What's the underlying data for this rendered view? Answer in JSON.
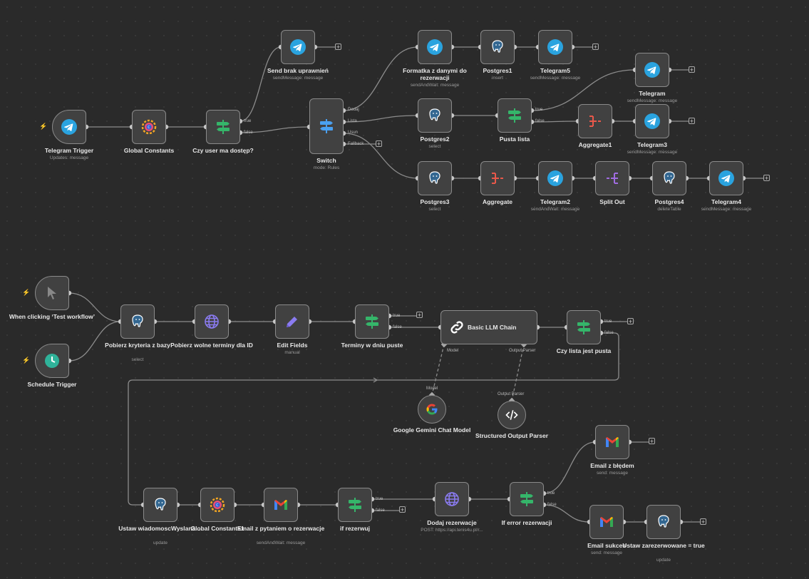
{
  "nodes": [
    {
      "id": "tg_trigger",
      "icon": "telegram-icon",
      "name": "Telegram Trigger",
      "sub": "Updates: message"
    },
    {
      "id": "global_constants",
      "icon": "constants-icon",
      "name": "Global Constants",
      "sub": ""
    },
    {
      "id": "czy_user",
      "icon": "if-icon",
      "name": "Czy user ma dostęp?",
      "sub": ""
    },
    {
      "id": "send_brak",
      "icon": "telegram-icon",
      "name": "Send brak uprawnień",
      "sub": "sendMessage: message"
    },
    {
      "id": "switch",
      "icon": "switch-icon",
      "name": "Switch",
      "sub": "mode: Rules"
    },
    {
      "id": "formatka",
      "icon": "telegram-icon",
      "name": "Formatka z danymi do rezerwacji",
      "sub": "sendAndWait: message"
    },
    {
      "id": "postgres1",
      "icon": "postgres-icon",
      "name": "Postgres1",
      "sub": "insert"
    },
    {
      "id": "telegram5",
      "icon": "telegram-icon",
      "name": "Telegram5",
      "sub": "sendMessage: message"
    },
    {
      "id": "telegram",
      "icon": "telegram-icon",
      "name": "Telegram",
      "sub": "sendMessage: message"
    },
    {
      "id": "postgres2",
      "icon": "postgres-icon",
      "name": "Postgres2",
      "sub": "select"
    },
    {
      "id": "pusta_lista",
      "icon": "if-icon",
      "name": "Pusta lista",
      "sub": ""
    },
    {
      "id": "aggregate1",
      "icon": "aggregate-icon",
      "name": "Aggregate1",
      "sub": ""
    },
    {
      "id": "telegram3",
      "icon": "telegram-icon",
      "name": "Telegram3",
      "sub": "sendMessage: message"
    },
    {
      "id": "postgres3",
      "icon": "postgres-icon",
      "name": "Postgres3",
      "sub": "select"
    },
    {
      "id": "aggregate",
      "icon": "aggregate-icon",
      "name": "Aggregate",
      "sub": ""
    },
    {
      "id": "telegram2",
      "icon": "telegram-icon",
      "name": "Telegram2",
      "sub": "sendAndWait: message"
    },
    {
      "id": "split_out",
      "icon": "split-icon",
      "name": "Split Out",
      "sub": ""
    },
    {
      "id": "postgres4",
      "icon": "postgres-icon",
      "name": "Postgres4",
      "sub": "deleteTable"
    },
    {
      "id": "telegram4",
      "icon": "telegram-icon",
      "name": "Telegram4",
      "sub": "sendMessage: message"
    },
    {
      "id": "manual_trigger",
      "icon": "cursor-icon",
      "name": "When clicking ‘Test workflow’",
      "sub": ""
    },
    {
      "id": "schedule_trigger",
      "icon": "clock-icon",
      "name": "Schedule Trigger",
      "sub": ""
    },
    {
      "id": "pobierz_kryteria",
      "icon": "postgres-icon",
      "name": "Pobierz kryteria z bazy",
      "sub": "select"
    },
    {
      "id": "pobierz_wolne",
      "icon": "globe-icon",
      "name": "Pobierz wolne terminy dla ID",
      "sub": ""
    },
    {
      "id": "edit_fields",
      "icon": "pencil-icon",
      "name": "Edit Fields",
      "sub": "manual"
    },
    {
      "id": "terminy",
      "icon": "if-icon",
      "name": "Terminy w dniu puste",
      "sub": ""
    },
    {
      "id": "llm_chain",
      "icon": "link-icon",
      "name": "Basic LLM Chain",
      "sub": ""
    },
    {
      "id": "czy_lista",
      "icon": "if-icon",
      "name": "Czy lista jest pusta",
      "sub": ""
    },
    {
      "id": "gemini",
      "icon": "google-icon",
      "name": "Google Gemini Chat Model",
      "sub": ""
    },
    {
      "id": "parser",
      "icon": "code-icon",
      "name": "Structured Output Parser",
      "sub": ""
    },
    {
      "id": "ustaw_wiad",
      "icon": "postgres-icon",
      "name": "Ustaw wiadomoscWyslana ...",
      "sub": "update"
    },
    {
      "id": "global_constants1",
      "icon": "constants-icon",
      "name": "Global Constants1",
      "sub": ""
    },
    {
      "id": "email_pyt",
      "icon": "gmail-icon",
      "name": "Email z pytaniem o rezerwacje",
      "sub": "sendAndWait: message"
    },
    {
      "id": "if_rez",
      "icon": "if-icon",
      "name": "if rezerwuj",
      "sub": ""
    },
    {
      "id": "dodaj_rez",
      "icon": "globe-icon",
      "name": "Dodaj rezerwacje",
      "sub": "POST: https://api.tenis4u.pl/r..."
    },
    {
      "id": "if_error",
      "icon": "if-icon",
      "name": "If error rezerwacji",
      "sub": ""
    },
    {
      "id": "email_blad",
      "icon": "gmail-icon",
      "name": "Email z błędem",
      "sub": "send: message"
    },
    {
      "id": "email_sukces",
      "icon": "gmail-icon",
      "name": "Email sukces",
      "sub": "send: message"
    },
    {
      "id": "ustaw_zarez",
      "icon": "postgres-icon",
      "name": "Ustaw zarezerwowane = true",
      "sub": "update"
    }
  ],
  "port_labels": {
    "czy_user_true": "true",
    "czy_user_false": "false",
    "switch_dodaj": "Dodaj",
    "switch_lista": "Lista",
    "switch_usun": "Usun",
    "switch_fallback": "Fallback",
    "pusta_true": "true",
    "pusta_false": "false",
    "terminy_true": "true",
    "terminy_false": "false",
    "czy_lista_true": "true",
    "czy_lista_false": "false",
    "if_rez_true": "true",
    "if_rez_false": "false",
    "if_error_true": "true",
    "if_error_false": "false",
    "llm_model": "Model",
    "llm_parser": "Output Parser",
    "gemini_model": "Model",
    "parser_out": "Output Parser"
  },
  "colors": {
    "canvas": "#2a2a2a",
    "node": "#414141",
    "border": "#8a8a8a",
    "wire": "#8c8c8c",
    "telegram": "#2aa3df",
    "if": "#35b56a",
    "aggregate": "#e8584a",
    "split": "#a06ce0",
    "postgres": "#336791",
    "gmail": "#ea4335",
    "trigger_bolt": "#e65555"
  }
}
